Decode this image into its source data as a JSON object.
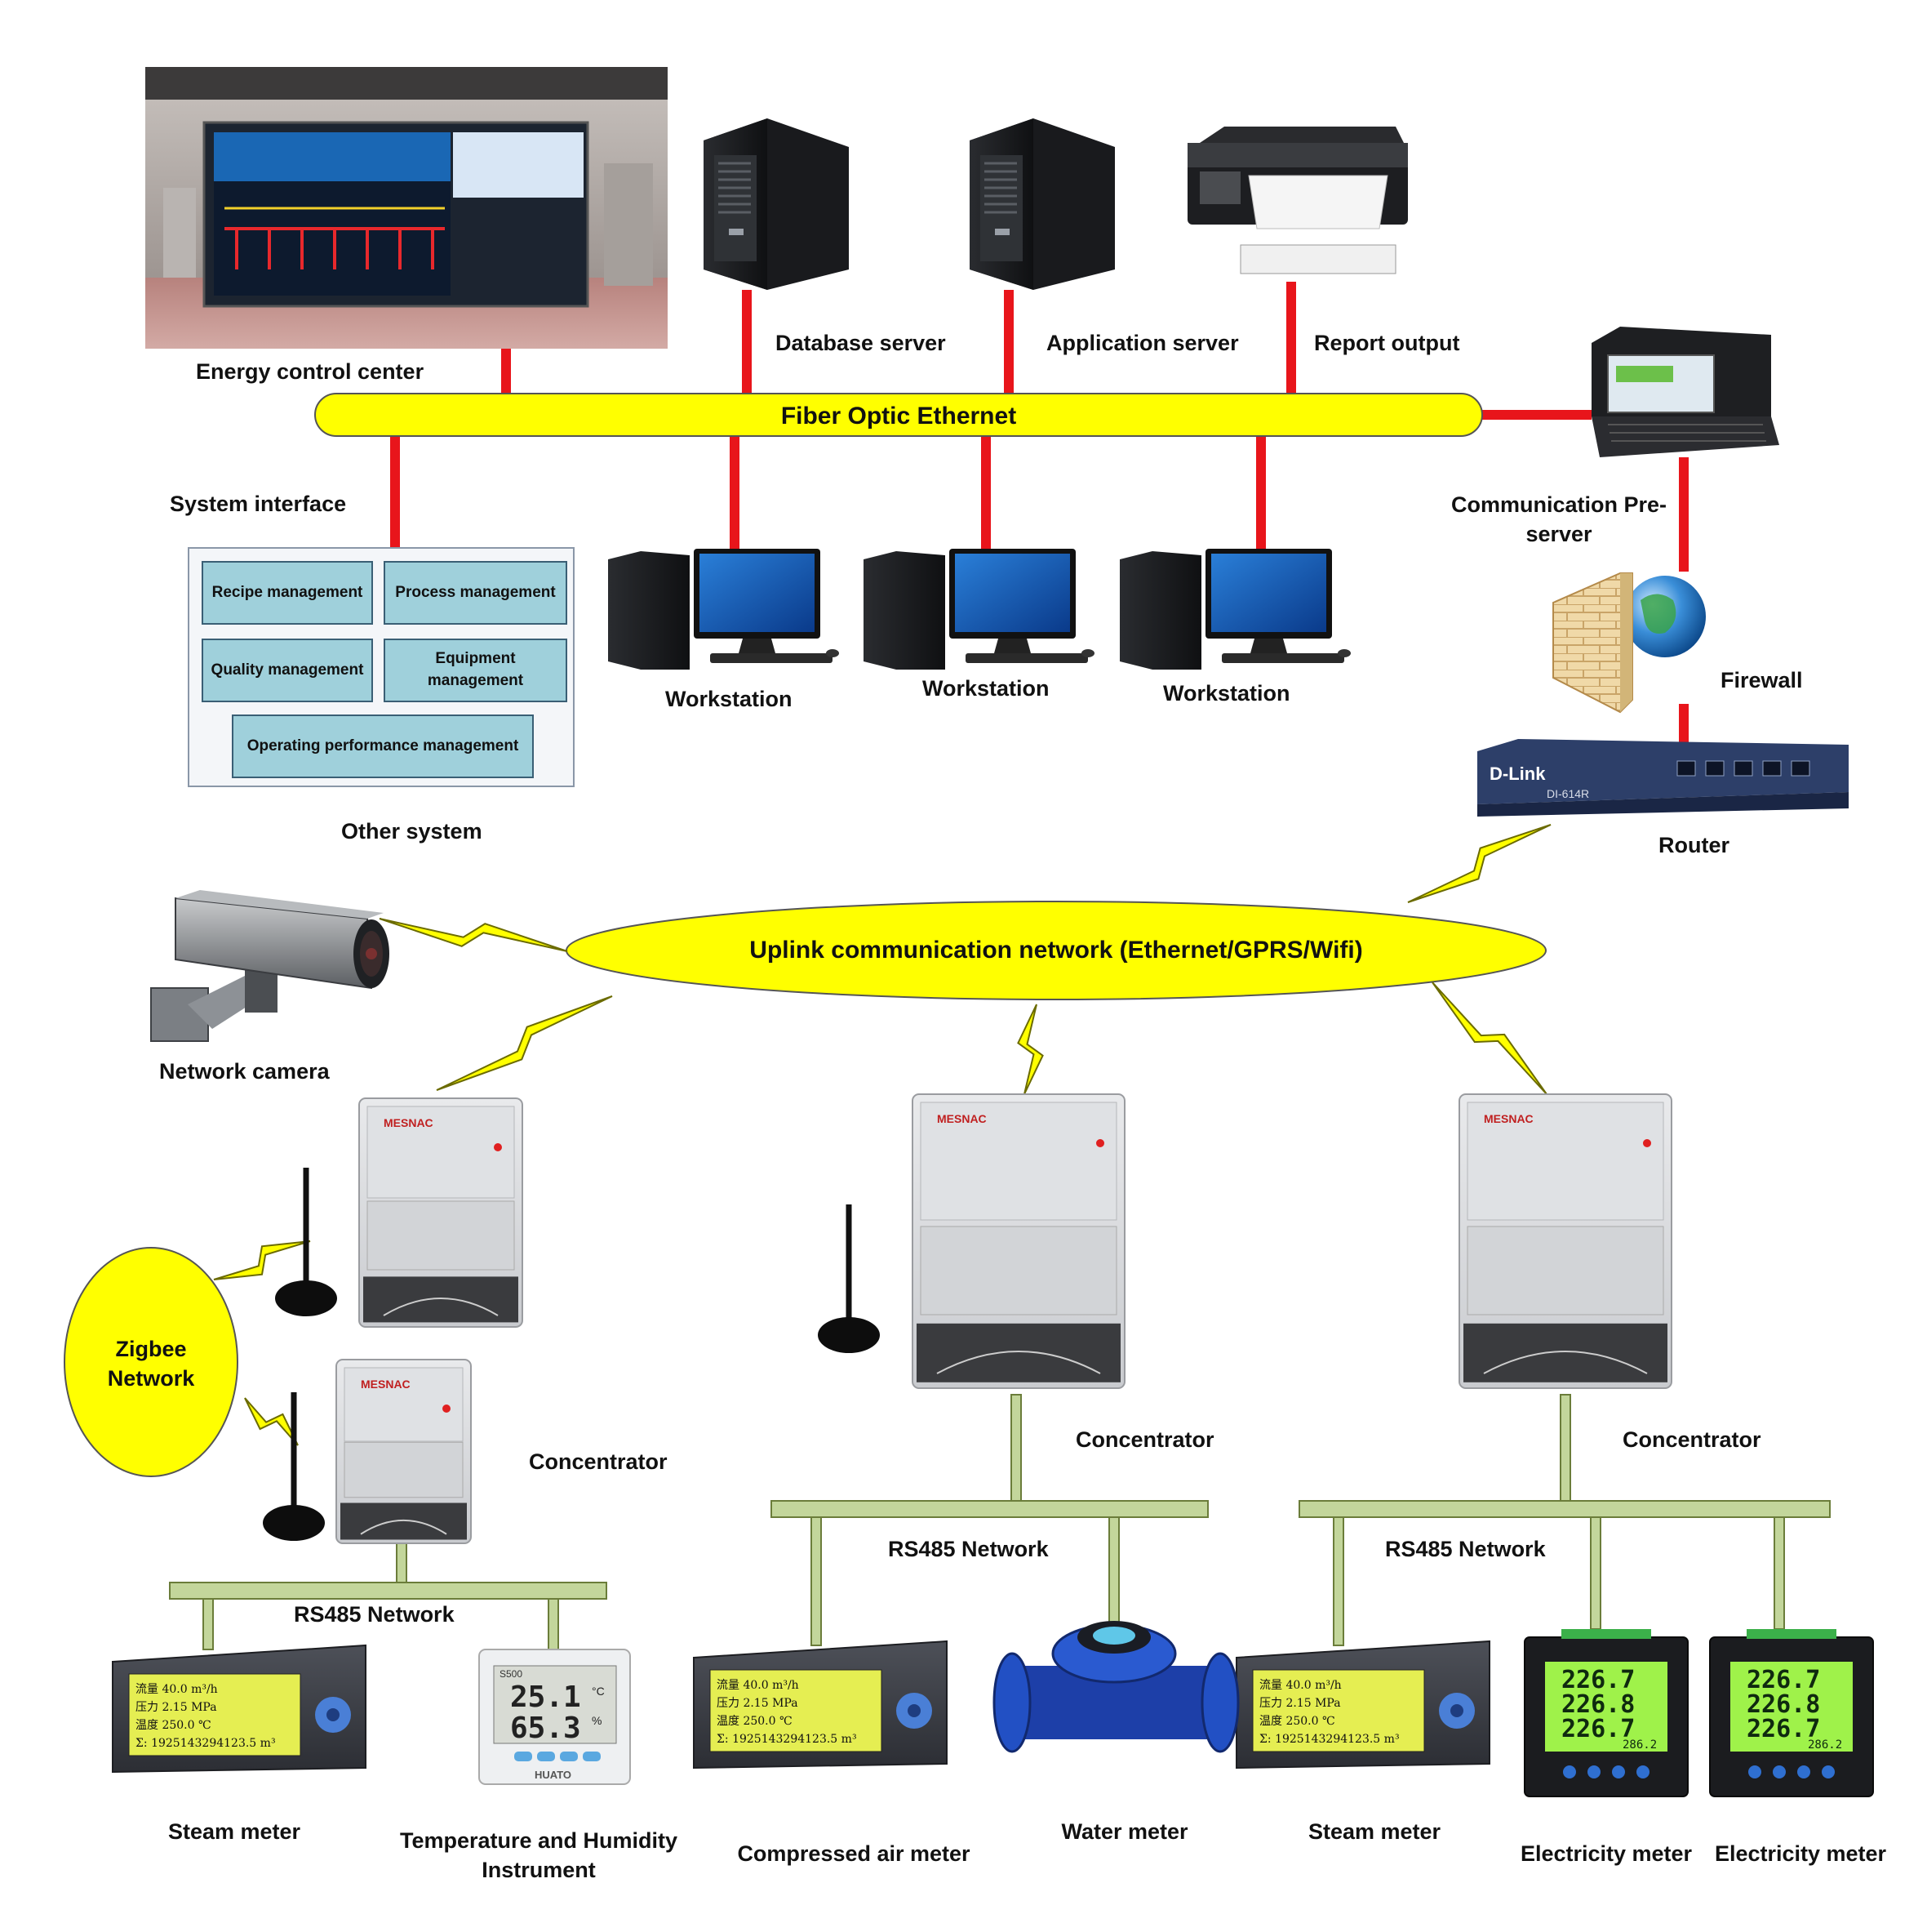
{
  "labels": {
    "energy_control_center": "Energy control center",
    "database_server": "Database server",
    "application_server": "Application server",
    "report_output": "Report output",
    "fiber_optic_ethernet": "Fiber Optic Ethernet",
    "system_interface": "System interface",
    "communication_preserver": "Communication Pre-server",
    "firewall": "Firewall",
    "router": "Router",
    "other_system": "Other system",
    "network_camera": "Network camera",
    "uplink_network": "Uplink communication network (Ethernet/GPRS/Wifi)",
    "zigbee_network": "Zigbee Network",
    "concentrator": "Concentrator",
    "rs485_network": "RS485 Network",
    "steam_meter": "Steam meter",
    "temp_humidity": "Temperature and Humidity Instrument",
    "compressed_air_meter": "Compressed air meter",
    "water_meter": "Water meter",
    "electricity_meter": "Electricity meter"
  },
  "workstations": [
    "Workstation",
    "Workstation",
    "Workstation"
  ],
  "modules": {
    "recipe": "Recipe management",
    "process": "Process management",
    "quality": "Quality management",
    "equipment": "Equipment management",
    "operating": "Operating performance management"
  },
  "devices": {
    "router_brand": "D-Link",
    "router_model": "DI-614R",
    "concentrator_brand": "MESNAC",
    "meter_readout": {
      "row1": "流量  40.0  m³/h",
      "row2": "压力  2.15  MPa",
      "row3": "温度  250.0  ℃",
      "row4": "Σ:  1925143294123.5 m³"
    },
    "th_model": "S500",
    "th_temp": "25.1",
    "th_temp_unit": "°C",
    "th_hum": "65.3",
    "th_hum_unit": "%",
    "th_brand": "HUATO",
    "elec_row1": "226.7",
    "elec_row2": "226.8",
    "elec_row3": "226.7",
    "elec_row4": "286.2"
  },
  "colors": {
    "bus_fill": "#ffff00",
    "bus_stroke": "#555555",
    "link_red": "#e8151b",
    "rs485_green": "#c3d69b",
    "rs485_stroke": "#6b7d3a",
    "wireless_fill": "#ffff00",
    "wireless_stroke": "#6b6b00",
    "module_fill": "#9fd0db"
  }
}
